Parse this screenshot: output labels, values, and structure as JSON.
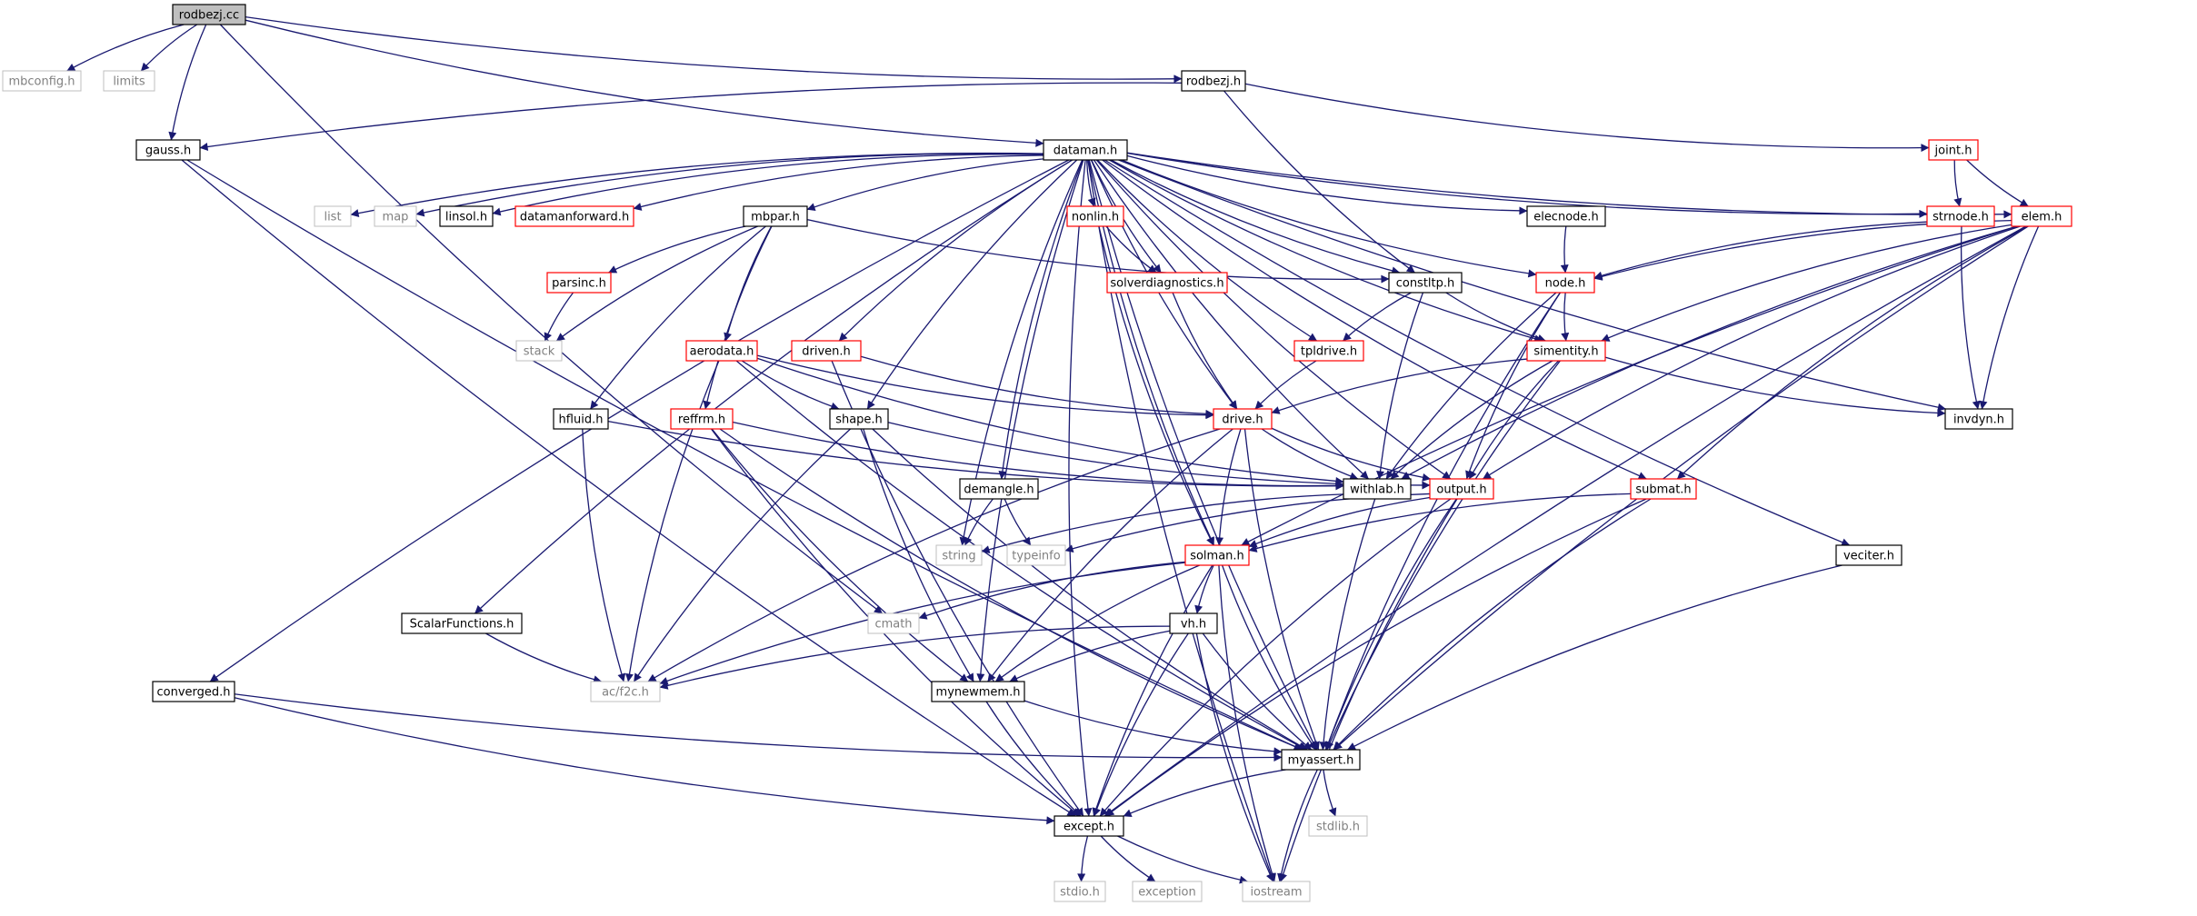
{
  "colors": {
    "edge": "#191970",
    "node_black_border": "#000000",
    "node_red_border": "#ff0000",
    "node_gray_border": "#bfbfbf",
    "root_fill": "#bfbfbf",
    "node_fill": "#ffffff",
    "text_normal": "#000000",
    "text_gray": "#808080"
  },
  "nodes": [
    {
      "id": "rodbezj_cc",
      "label": "rodbezj.cc",
      "style": "root"
    },
    {
      "id": "mbconfig",
      "label": "mbconfig.h",
      "style": "gray"
    },
    {
      "id": "limits",
      "label": "limits",
      "style": "gray"
    },
    {
      "id": "rodbezj_h",
      "label": "rodbezj.h",
      "style": "black"
    },
    {
      "id": "gauss",
      "label": "gauss.h",
      "style": "black"
    },
    {
      "id": "dataman",
      "label": "dataman.h",
      "style": "black"
    },
    {
      "id": "joint",
      "label": "joint.h",
      "style": "red"
    },
    {
      "id": "list",
      "label": "list",
      "style": "gray"
    },
    {
      "id": "map",
      "label": "map",
      "style": "gray"
    },
    {
      "id": "linsol",
      "label": "linsol.h",
      "style": "black"
    },
    {
      "id": "datamanforward",
      "label": "datamanforward.h",
      "style": "red"
    },
    {
      "id": "mbpar",
      "label": "mbpar.h",
      "style": "black"
    },
    {
      "id": "nonlin",
      "label": "nonlin.h",
      "style": "red"
    },
    {
      "id": "elecnode",
      "label": "elecnode.h",
      "style": "black"
    },
    {
      "id": "strnode",
      "label": "strnode.h",
      "style": "red"
    },
    {
      "id": "elem",
      "label": "elem.h",
      "style": "red"
    },
    {
      "id": "parsinc",
      "label": "parsinc.h",
      "style": "red"
    },
    {
      "id": "solverdiagnostics",
      "label": "solverdiagnostics.h",
      "style": "red"
    },
    {
      "id": "constltp",
      "label": "constltp.h",
      "style": "black"
    },
    {
      "id": "node",
      "label": "node.h",
      "style": "red"
    },
    {
      "id": "stack",
      "label": "stack",
      "style": "gray"
    },
    {
      "id": "aerodata",
      "label": "aerodata.h",
      "style": "red"
    },
    {
      "id": "driven",
      "label": "driven.h",
      "style": "red"
    },
    {
      "id": "tpldrive",
      "label": "tpldrive.h",
      "style": "red"
    },
    {
      "id": "simentity",
      "label": "simentity.h",
      "style": "red"
    },
    {
      "id": "hfluid",
      "label": "hfluid.h",
      "style": "black"
    },
    {
      "id": "reffrm",
      "label": "reffrm.h",
      "style": "red"
    },
    {
      "id": "shape",
      "label": "shape.h",
      "style": "black"
    },
    {
      "id": "drive",
      "label": "drive.h",
      "style": "red"
    },
    {
      "id": "invdyn",
      "label": "invdyn.h",
      "style": "black"
    },
    {
      "id": "demangle",
      "label": "demangle.h",
      "style": "black"
    },
    {
      "id": "withlab",
      "label": "withlab.h",
      "style": "black"
    },
    {
      "id": "output",
      "label": "output.h",
      "style": "red"
    },
    {
      "id": "submat",
      "label": "submat.h",
      "style": "red"
    },
    {
      "id": "string",
      "label": "string",
      "style": "gray"
    },
    {
      "id": "typeinfo",
      "label": "typeinfo",
      "style": "gray"
    },
    {
      "id": "solman",
      "label": "solman.h",
      "style": "red"
    },
    {
      "id": "veciter",
      "label": "veciter.h",
      "style": "black"
    },
    {
      "id": "scalarfunctions",
      "label": "ScalarFunctions.h",
      "style": "black"
    },
    {
      "id": "cmath",
      "label": "cmath",
      "style": "gray"
    },
    {
      "id": "vh",
      "label": "vh.h",
      "style": "black"
    },
    {
      "id": "converged",
      "label": "converged.h",
      "style": "black"
    },
    {
      "id": "acf2c",
      "label": "ac/f2c.h",
      "style": "gray"
    },
    {
      "id": "mynewmem",
      "label": "mynewmem.h",
      "style": "black"
    },
    {
      "id": "myassert",
      "label": "myassert.h",
      "style": "black"
    },
    {
      "id": "except",
      "label": "except.h",
      "style": "black"
    },
    {
      "id": "stdlib",
      "label": "stdlib.h",
      "style": "gray"
    },
    {
      "id": "stdio",
      "label": "stdio.h",
      "style": "gray"
    },
    {
      "id": "exception",
      "label": "exception",
      "style": "gray"
    },
    {
      "id": "iostream",
      "label": "iostream",
      "style": "gray"
    }
  ],
  "edges": [
    [
      "rodbezj_cc",
      "mbconfig"
    ],
    [
      "rodbezj_cc",
      "limits"
    ],
    [
      "rodbezj_cc",
      "rodbezj_h"
    ],
    [
      "rodbezj_cc",
      "gauss"
    ],
    [
      "rodbezj_cc",
      "dataman"
    ],
    [
      "rodbezj_cc",
      "cmath"
    ],
    [
      "rodbezj_h",
      "gauss"
    ],
    [
      "rodbezj_h",
      "joint"
    ],
    [
      "rodbezj_h",
      "constltp"
    ],
    [
      "gauss",
      "myassert"
    ],
    [
      "gauss",
      "except"
    ],
    [
      "joint",
      "strnode"
    ],
    [
      "joint",
      "elem"
    ],
    [
      "dataman",
      "list"
    ],
    [
      "dataman",
      "map"
    ],
    [
      "dataman",
      "linsol"
    ],
    [
      "dataman",
      "datamanforward"
    ],
    [
      "dataman",
      "mbpar"
    ],
    [
      "dataman",
      "nonlin"
    ],
    [
      "dataman",
      "elecnode"
    ],
    [
      "dataman",
      "strnode"
    ],
    [
      "dataman",
      "elem"
    ],
    [
      "dataman",
      "solverdiagnostics"
    ],
    [
      "dataman",
      "constltp"
    ],
    [
      "dataman",
      "node"
    ],
    [
      "dataman",
      "driven"
    ],
    [
      "dataman",
      "tpldrive"
    ],
    [
      "dataman",
      "shape"
    ],
    [
      "dataman",
      "drive"
    ],
    [
      "dataman",
      "invdyn"
    ],
    [
      "dataman",
      "demangle"
    ],
    [
      "dataman",
      "withlab"
    ],
    [
      "dataman",
      "output"
    ],
    [
      "dataman",
      "submat"
    ],
    [
      "dataman",
      "string"
    ],
    [
      "dataman",
      "solman"
    ],
    [
      "dataman",
      "veciter"
    ],
    [
      "dataman",
      "scalarfunctions"
    ],
    [
      "dataman",
      "converged"
    ],
    [
      "dataman",
      "mynewmem"
    ],
    [
      "dataman",
      "myassert"
    ],
    [
      "dataman",
      "except"
    ],
    [
      "dataman",
      "iostream"
    ],
    [
      "dataman",
      "simentity"
    ],
    [
      "mbpar",
      "parsinc"
    ],
    [
      "mbpar",
      "stack"
    ],
    [
      "mbpar",
      "aerodata"
    ],
    [
      "mbpar",
      "hfluid"
    ],
    [
      "mbpar",
      "reffrm"
    ],
    [
      "mbpar",
      "constltp"
    ],
    [
      "parsinc",
      "stack"
    ],
    [
      "nonlin",
      "solverdiagnostics"
    ],
    [
      "nonlin",
      "solman"
    ],
    [
      "elecnode",
      "node"
    ],
    [
      "strnode",
      "node"
    ],
    [
      "strnode",
      "invdyn"
    ],
    [
      "elem",
      "node"
    ],
    [
      "elem",
      "simentity"
    ],
    [
      "elem",
      "invdyn"
    ],
    [
      "elem",
      "output"
    ],
    [
      "elem",
      "withlab"
    ],
    [
      "elem",
      "submat"
    ],
    [
      "elem",
      "solman"
    ],
    [
      "elem",
      "myassert"
    ],
    [
      "elem",
      "except"
    ],
    [
      "solverdiagnostics",
      "drive"
    ],
    [
      "constltp",
      "tpldrive"
    ],
    [
      "constltp",
      "simentity"
    ],
    [
      "constltp",
      "withlab"
    ],
    [
      "node",
      "simentity"
    ],
    [
      "node",
      "withlab"
    ],
    [
      "node",
      "output"
    ],
    [
      "node",
      "myassert"
    ],
    [
      "aerodata",
      "shape"
    ],
    [
      "aerodata",
      "drive"
    ],
    [
      "aerodata",
      "withlab"
    ],
    [
      "aerodata",
      "acf2c"
    ],
    [
      "aerodata",
      "myassert"
    ],
    [
      "driven",
      "drive"
    ],
    [
      "driven",
      "except"
    ],
    [
      "tpldrive",
      "drive"
    ],
    [
      "simentity",
      "drive"
    ],
    [
      "simentity",
      "invdyn"
    ],
    [
      "simentity",
      "withlab"
    ],
    [
      "simentity",
      "output"
    ],
    [
      "simentity",
      "myassert"
    ],
    [
      "hfluid",
      "withlab"
    ],
    [
      "hfluid",
      "acf2c"
    ],
    [
      "reffrm",
      "withlab"
    ],
    [
      "reffrm",
      "mynewmem"
    ],
    [
      "reffrm",
      "myassert"
    ],
    [
      "reffrm",
      "except"
    ],
    [
      "shape",
      "output"
    ],
    [
      "shape",
      "acf2c"
    ],
    [
      "shape",
      "mynewmem"
    ],
    [
      "shape",
      "myassert"
    ],
    [
      "drive",
      "withlab"
    ],
    [
      "drive",
      "output"
    ],
    [
      "drive",
      "solman"
    ],
    [
      "drive",
      "mynewmem"
    ],
    [
      "drive",
      "myassert"
    ],
    [
      "drive",
      "acf2c"
    ],
    [
      "demangle",
      "string"
    ],
    [
      "demangle",
      "typeinfo"
    ],
    [
      "withlab",
      "string"
    ],
    [
      "withlab",
      "myassert"
    ],
    [
      "output",
      "solman"
    ],
    [
      "output",
      "typeinfo"
    ],
    [
      "output",
      "myassert"
    ],
    [
      "output",
      "except"
    ],
    [
      "output",
      "iostream"
    ],
    [
      "submat",
      "solman"
    ],
    [
      "submat",
      "myassert"
    ],
    [
      "submat",
      "except"
    ],
    [
      "solman",
      "cmath"
    ],
    [
      "solman",
      "vh"
    ],
    [
      "solman",
      "mynewmem"
    ],
    [
      "solman",
      "myassert"
    ],
    [
      "solman",
      "except"
    ],
    [
      "solman",
      "acf2c"
    ],
    [
      "solman",
      "iostream"
    ],
    [
      "veciter",
      "myassert"
    ],
    [
      "scalarfunctions",
      "acf2c"
    ],
    [
      "vh",
      "acf2c"
    ],
    [
      "vh",
      "mynewmem"
    ],
    [
      "vh",
      "myassert"
    ],
    [
      "vh",
      "except"
    ],
    [
      "vh",
      "iostream"
    ],
    [
      "converged",
      "myassert"
    ],
    [
      "converged",
      "except"
    ],
    [
      "mynewmem",
      "myassert"
    ],
    [
      "mynewmem",
      "except"
    ],
    [
      "myassert",
      "except"
    ],
    [
      "myassert",
      "stdlib"
    ],
    [
      "myassert",
      "iostream"
    ],
    [
      "except",
      "stdio"
    ],
    [
      "except",
      "exception"
    ],
    [
      "except",
      "iostream"
    ]
  ]
}
